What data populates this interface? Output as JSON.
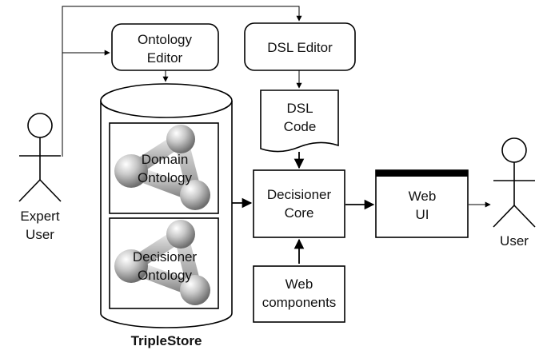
{
  "nodes": {
    "ontology_editor": {
      "line1": "Ontology",
      "line2": "Editor"
    },
    "dsl_editor": {
      "label": "DSL Editor"
    },
    "dsl_code": {
      "line1": "DSL",
      "line2": "Code"
    },
    "domain_ontology": {
      "line1": "Domain",
      "line2": "Ontology"
    },
    "decisioner_ontology": {
      "line1": "Decisioner",
      "line2": "Ontology"
    },
    "triplestore": {
      "label": "TripleStore"
    },
    "decisioner_core": {
      "line1": "Decisioner",
      "line2": "Core"
    },
    "web_components": {
      "line1": "Web",
      "line2": "components"
    },
    "web_ui": {
      "line1": "Web",
      "line2": "UI"
    }
  },
  "actors": {
    "expert_user": {
      "line1": "Expert",
      "line2": "User"
    },
    "user": {
      "label": "User"
    }
  },
  "edges": [
    {
      "from": "expert_user",
      "to": "ontology_editor"
    },
    {
      "from": "expert_user",
      "to": "dsl_editor"
    },
    {
      "from": "ontology_editor",
      "to": "triplestore"
    },
    {
      "from": "dsl_editor",
      "to": "dsl_code"
    },
    {
      "from": "dsl_code",
      "to": "decisioner_core"
    },
    {
      "from": "triplestore",
      "to": "decisioner_core"
    },
    {
      "from": "web_components",
      "to": "decisioner_core"
    },
    {
      "from": "decisioner_core",
      "to": "web_ui"
    },
    {
      "from": "web_ui",
      "to": "user"
    }
  ]
}
